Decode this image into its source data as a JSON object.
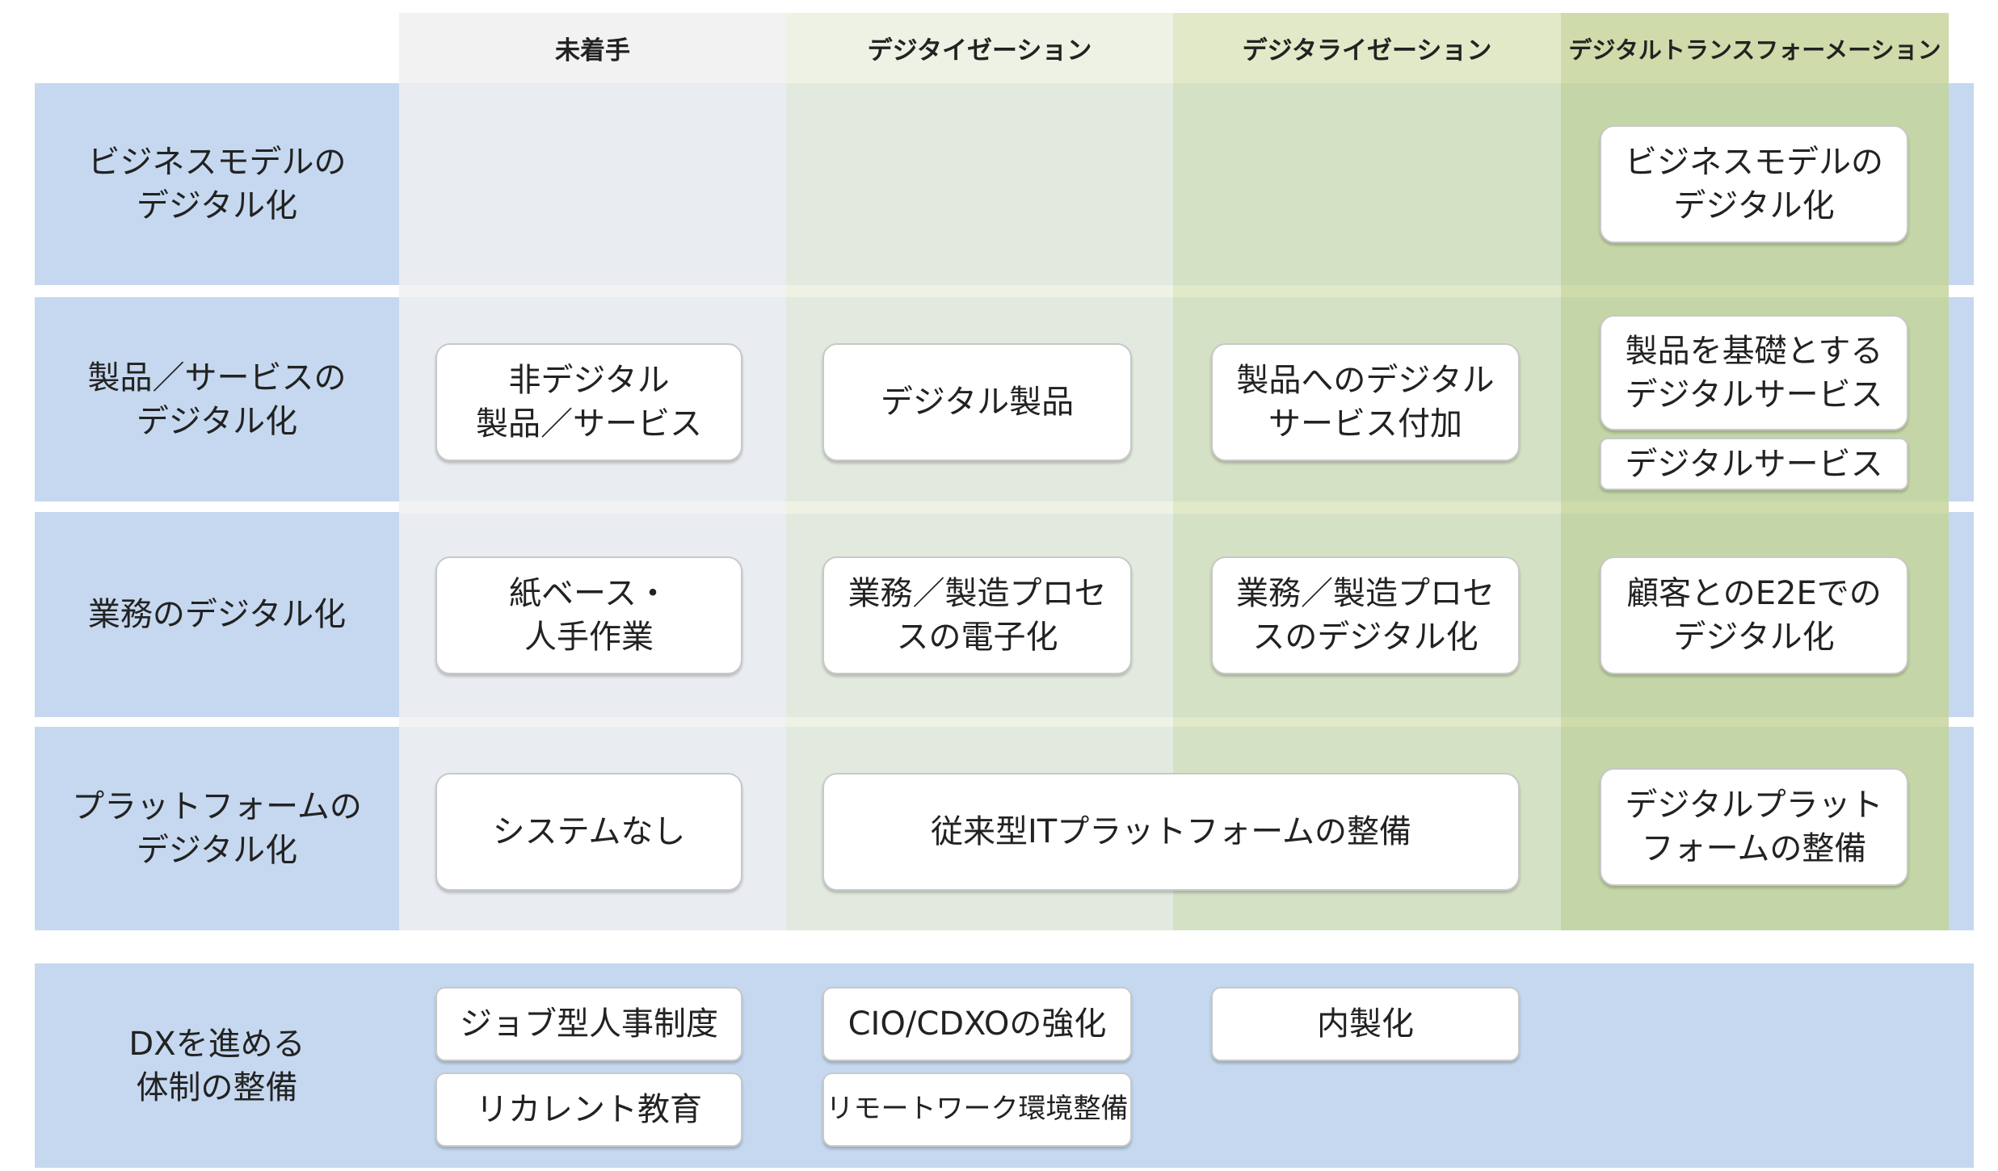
{
  "columns": [
    "未着手",
    "デジタイゼーション",
    "デジタライゼーション",
    "デジタルトランスフォーメーション"
  ],
  "rows": [
    {
      "label": "ビジネスモデルの\nデジタル化",
      "col4": "ビジネスモデルの\nデジタル化"
    },
    {
      "label": "製品／サービスの\nデジタル化",
      "col1": "非デジタル\n製品／サービス",
      "col2": "デジタル製品",
      "col3": "製品へのデジタル\nサービス付加",
      "col4a": "製品を基礎とする\nデジタルサービス",
      "col4b": "デジタルサービス"
    },
    {
      "label": "業務のデジタル化",
      "col1": "紙ベース・\n人手作業",
      "col2": "業務／製造プロセ\nスの電子化",
      "col3": "業務／製造プロセ\nスのデジタル化",
      "col4": "顧客とのE2Eでの\nデジタル化"
    },
    {
      "label": "プラットフォームの\nデジタル化",
      "col1": "システムなし",
      "col23": "従来型ITプラットフォームの整備",
      "col4": "デジタルプラット\nフォームの整備"
    },
    {
      "label": "DXを進める\n体制の整備",
      "col1a": "ジョブ型人事制度",
      "col1b": "リカレント教育",
      "col2a": "CIO/CDXOの強化",
      "col2b": "リモートワーク環境整備",
      "col3": "内製化"
    }
  ],
  "colors": {
    "label_bg": "#c5d8ef",
    "col1": "#e9ecf1",
    "col2": "#e2eadf",
    "col3": "#d5e1c5",
    "col4": "#c4d6a7"
  }
}
